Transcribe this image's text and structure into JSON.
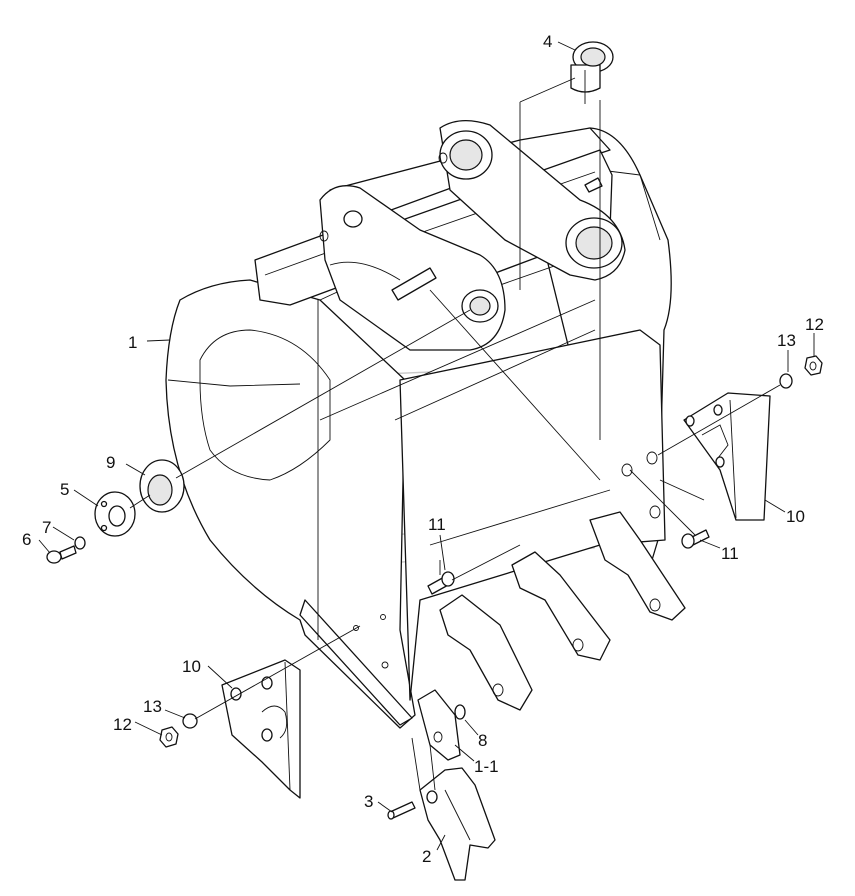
{
  "diagram": {
    "callouts": [
      {
        "id": "c1",
        "label": "1"
      },
      {
        "id": "c1-1",
        "label": "1-1"
      },
      {
        "id": "c2",
        "label": "2"
      },
      {
        "id": "c3",
        "label": "3"
      },
      {
        "id": "c4",
        "label": "4"
      },
      {
        "id": "c5",
        "label": "5"
      },
      {
        "id": "c6",
        "label": "6"
      },
      {
        "id": "c7",
        "label": "7"
      },
      {
        "id": "c8",
        "label": "8"
      },
      {
        "id": "c9",
        "label": "9"
      },
      {
        "id": "c10a",
        "label": "10"
      },
      {
        "id": "c10b",
        "label": "10"
      },
      {
        "id": "c11a",
        "label": "11"
      },
      {
        "id": "c11b",
        "label": "11"
      },
      {
        "id": "c12a",
        "label": "12"
      },
      {
        "id": "c12b",
        "label": "12"
      },
      {
        "id": "c13a",
        "label": "13"
      },
      {
        "id": "c13b",
        "label": "13"
      }
    ]
  },
  "colors": {
    "line": "#111111",
    "watermark": "#c8c8c8",
    "background": "#ffffff"
  }
}
